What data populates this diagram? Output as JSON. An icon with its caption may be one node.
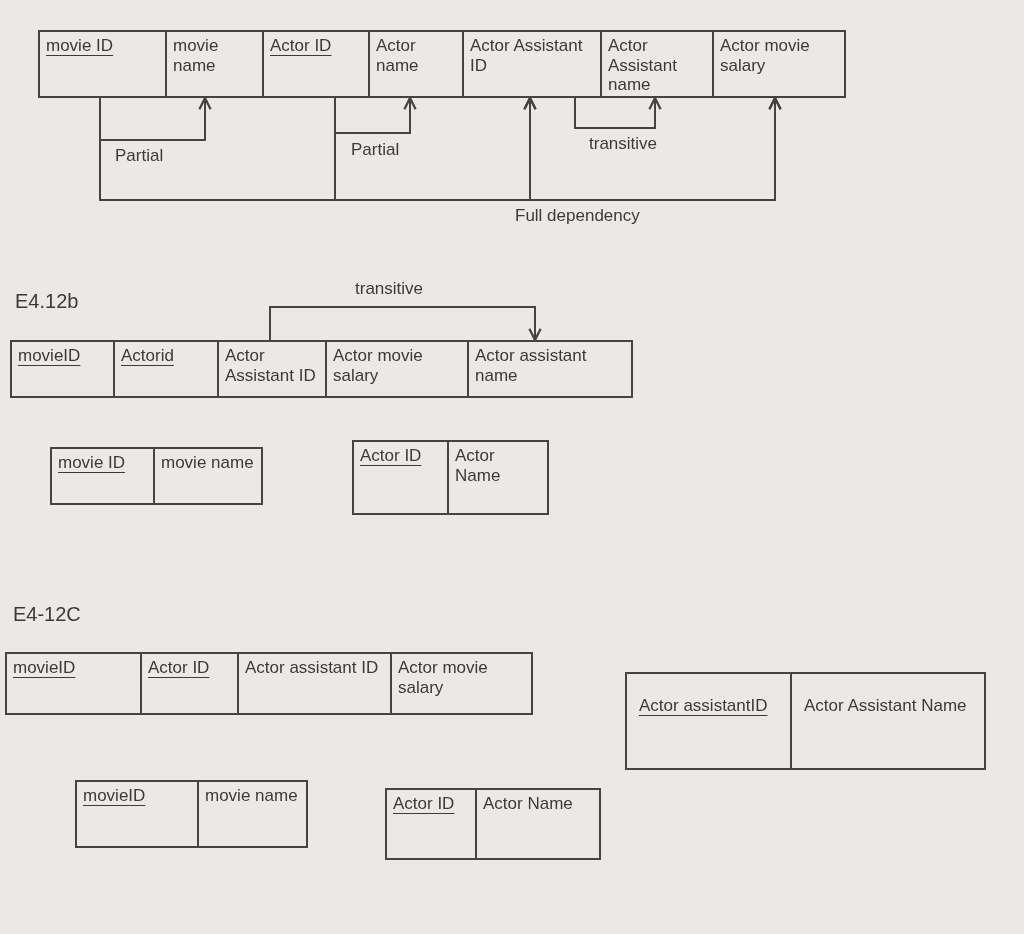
{
  "diagram": {
    "nodes": [
      {
        "text": [
          "movie ID"
        ]
      },
      {
        "text": [
          "movie name"
        ]
      },
      {
        "text": [
          "Actor ID"
        ]
      },
      {
        "text": [
          "Actor name"
        ]
      },
      {
        "text": [
          "Actor Assistant ID"
        ]
      },
      {
        "text": [
          "Actor Assistant name"
        ]
      },
      {
        "text": [
          "Actor movie salary"
        ]
      },
      {
        "text": [
          "movieID"
        ]
      },
      {
        "text": [
          "Actorid"
        ]
      },
      {
        "text": [
          "Actor Assistant ID"
        ]
      },
      {
        "text": [
          "Actor movie salary"
        ]
      },
      {
        "text": [
          "Actor assistant name"
        ]
      },
      {
        "text": [
          "movie ID"
        ]
      },
      {
        "text": [
          "movie name"
        ]
      },
      {
        "text": [
          "Actor ID"
        ]
      },
      {
        "text": [
          "Actor Name"
        ]
      },
      {
        "text": [
          "movieID"
        ]
      },
      {
        "text": [
          "Actor ID"
        ]
      },
      {
        "text": [
          "Actor assistant ID"
        ]
      },
      {
        "text": [
          "Actor movie salary"
        ]
      },
      {
        "text": [
          "Actor assistantID"
        ]
      },
      {
        "text": [
          "Actor Assistant Name"
        ]
      },
      {
        "text": [
          "movieID"
        ]
      },
      {
        "text": [
          "movie name"
        ]
      },
      {
        "text": [
          "Actor ID"
        ]
      },
      {
        "text": [
          "Actor Name"
        ]
      }
    ],
    "edges": [
      {
        "from": 0,
        "to": 1,
        "arrow": "to",
        "label": "Partial"
      },
      {
        "from": 2,
        "to": 3,
        "arrow": "to",
        "label": "Partial"
      },
      {
        "from": 4,
        "to": 5,
        "arrow": "to",
        "label": "transitive"
      },
      {
        "from": 0,
        "to": 4,
        "arrow": "to"
      },
      {
        "from": 0,
        "to": 6,
        "arrow": "to",
        "label": "Full dependency"
      },
      {
        "from": 2,
        "to": 4,
        "arrow": "to"
      },
      {
        "from": 2,
        "to": 6,
        "arrow": "to"
      },
      {
        "from": 9,
        "to": 11,
        "arrow": "to",
        "label": "transitive"
      }
    ],
    "labels": [
      "E4.12b",
      "E4-12C"
    ]
  }
}
